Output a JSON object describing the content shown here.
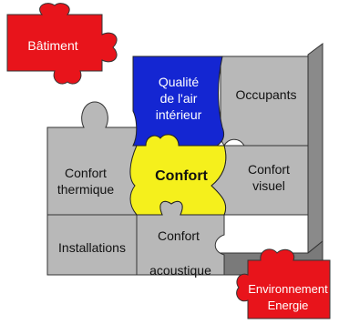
{
  "pieces": {
    "batiment": {
      "label": "Bâtiment",
      "color": "#e8141b"
    },
    "qualite_air": {
      "lines": [
        "Qualité",
        "de l'air",
        "intérieur"
      ],
      "color": "#1426d2"
    },
    "occupants": {
      "label": "Occupants",
      "color": "#b8b8b8"
    },
    "confort_thermique": {
      "lines": [
        "Confort",
        "thermique"
      ],
      "color": "#b8b8b8"
    },
    "confort": {
      "label": "Confort",
      "color": "#f5f01c"
    },
    "confort_visuel": {
      "lines": [
        "Confort",
        "visuel"
      ],
      "color": "#b8b8b8"
    },
    "installations": {
      "label": "Installations",
      "color": "#b8b8b8"
    },
    "confort_acoustique": {
      "lines": [
        "Confort",
        "acoustique"
      ],
      "color": "#b8b8b8"
    },
    "environnement_energie": {
      "lines": [
        "Environnement",
        "Energie"
      ],
      "color": "#e8141b"
    }
  }
}
